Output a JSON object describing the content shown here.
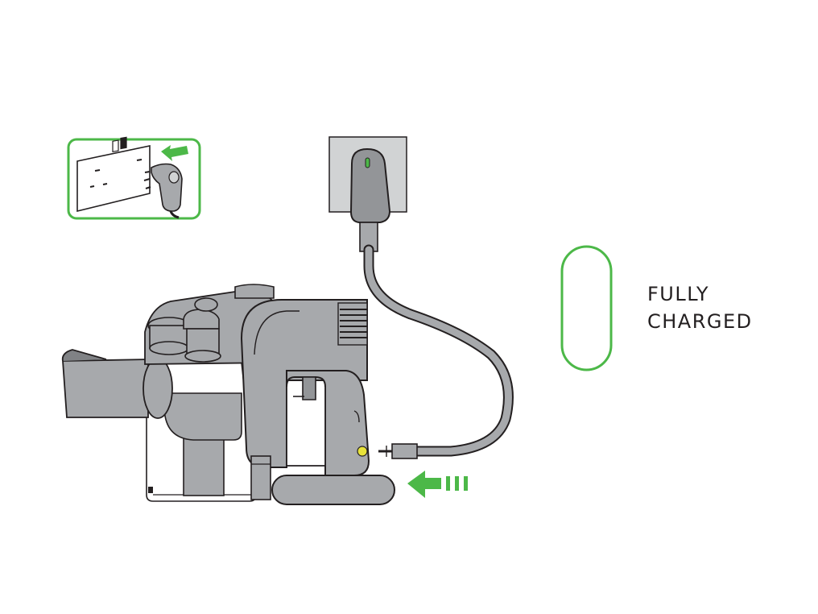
{
  "status": {
    "line1": "FULLY",
    "line2": "CHARGED"
  },
  "colors": {
    "accent_green": "#4cb848",
    "body_grey": "#a7a9ac",
    "dark_grey": "#808285",
    "light_grey": "#d1d3d4",
    "outline": "#231f20"
  },
  "icons": {
    "status_indicator": "pill-outline",
    "insert_direction": "arrow-left",
    "plug_in_direction": "arrow-left"
  }
}
